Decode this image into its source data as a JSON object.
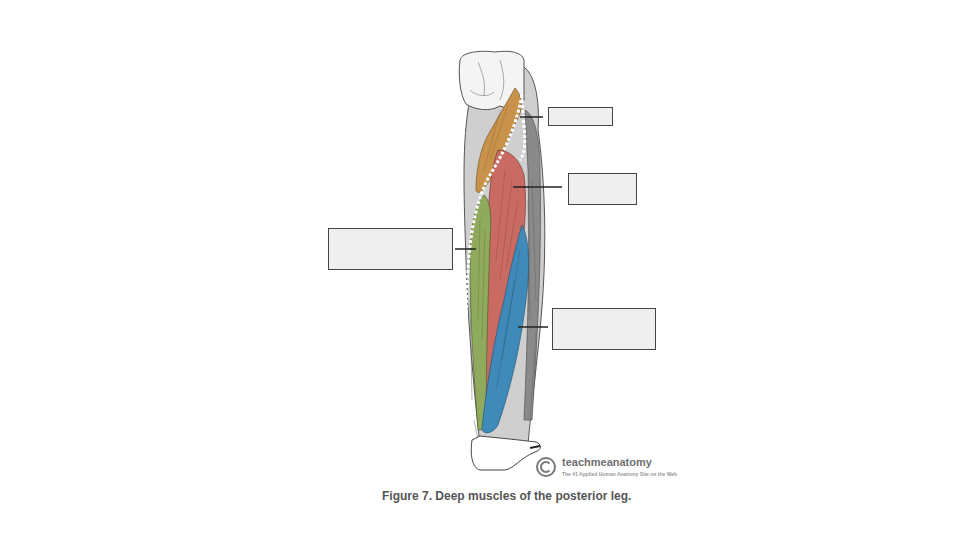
{
  "diagram": {
    "caption": "Figure 7. Deep muscles of the posterior leg.",
    "labels": [
      "teachmeanatomy",
      "The #1 Applied Human Anatomy Site on the Web"
    ]
  }
}
